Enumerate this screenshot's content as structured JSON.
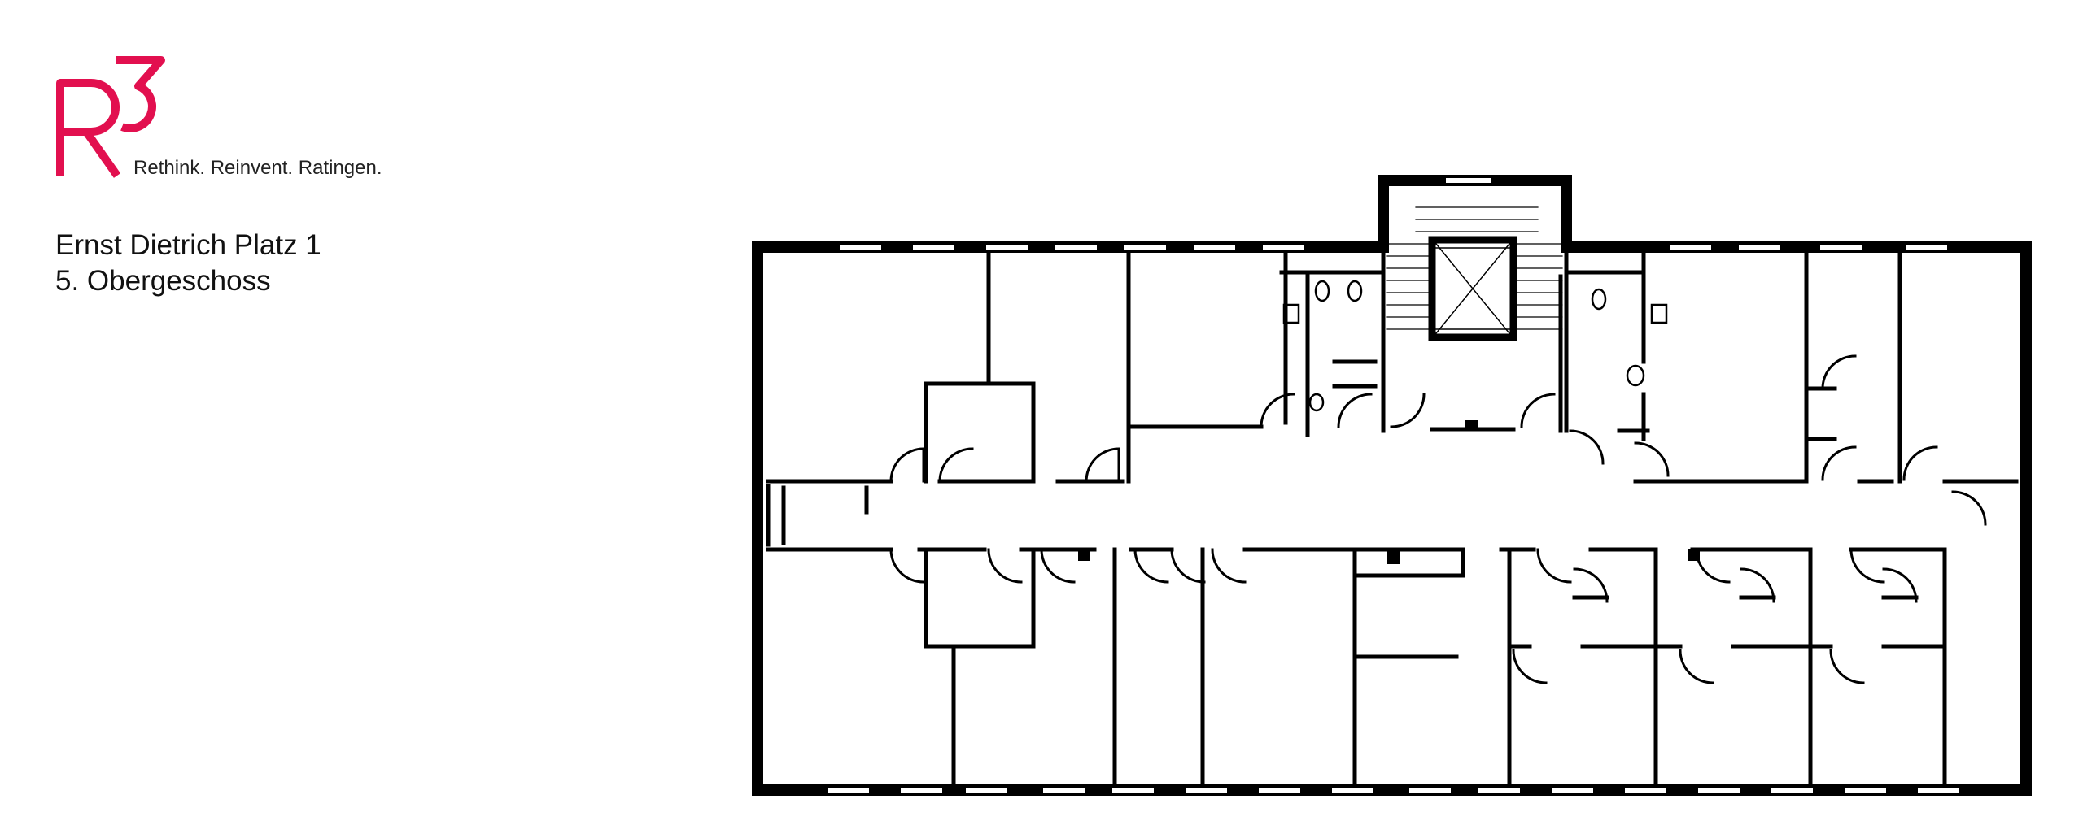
{
  "brand": {
    "logo_mark": "R3",
    "tagline": "Rethink. Reinvent. Ratingen.",
    "color": "#e2104f"
  },
  "location": {
    "address": "Ernst Dietrich Platz 1",
    "floor": "5. Obergeschoss"
  },
  "plan": {
    "wall_color": "#000000",
    "background": "#ffffff"
  }
}
